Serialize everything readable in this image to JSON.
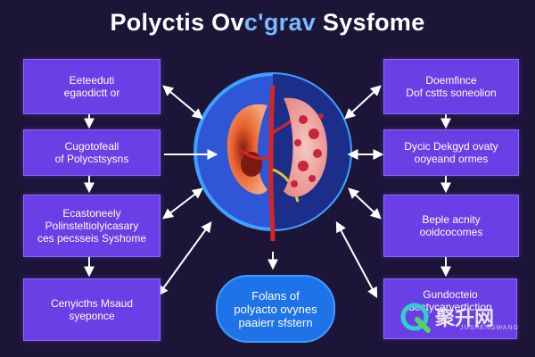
{
  "title": {
    "left": "Polyctis Ov",
    "accent": "c'grav",
    "right": " Sysfome"
  },
  "boxes": {
    "left_1": [
      "Eeteeduti",
      "egaodictt or"
    ],
    "left_2": [
      "Cugotofeall",
      "of Polycstsysns"
    ],
    "left_3": [
      "Ecastoneely",
      "Polinsteltiolyicasary",
      "ces pecsseis Syshome"
    ],
    "left_4": [
      "Cenyicths Msaud",
      "syeponce"
    ],
    "right_1": [
      "Doemfince",
      "Dof cstts soneolion"
    ],
    "right_2": [
      "Dycic Dekgyd ovaty",
      "ooyeand ormes"
    ],
    "right_3": [
      "Beple acnity",
      "ooidcocomes"
    ],
    "right_4": [
      "Gundocteio",
      "dectycarvertiction"
    ]
  },
  "oval": [
    "Folans of",
    "polyacto ovynes",
    "paaierr sfstern"
  ],
  "watermark": {
    "main": "聚升网",
    "sub": "JUSHENGWANG"
  },
  "colors": {
    "background": "#1d1538",
    "box": "#6a3fe6",
    "oval": "#1e73e8",
    "circle": "#2f56d6",
    "arrow": "#ffffff"
  }
}
